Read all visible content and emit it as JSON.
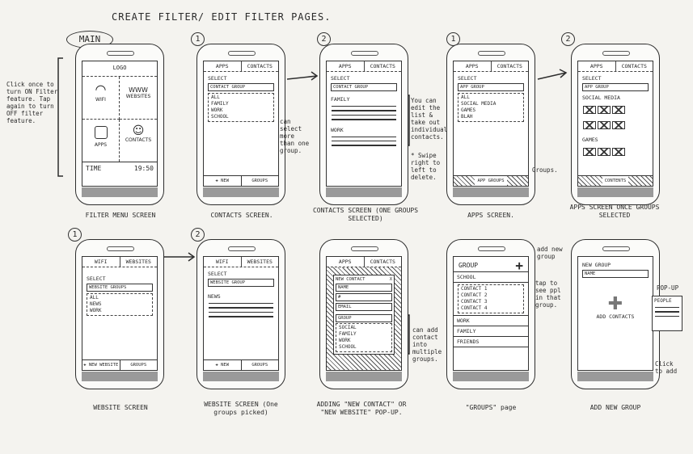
{
  "title": "CREATE FILTER/ EDIT FILTER PAGES.",
  "main_label": "MAIN",
  "main_note": "Click once to turn ON Filter feature. Tap again to turn OFF filter feature.",
  "step_numbers": {
    "s1": "1",
    "s2": "2",
    "s3": "1",
    "s4": "2",
    "r1": "1",
    "r2": "2"
  },
  "main_screen": {
    "logo": "LOGO",
    "wifi": "WIFI",
    "web": "WWW",
    "websites": "WEBSITES",
    "apps": "APPS",
    "contacts": "CONTACTS",
    "time_label": "TIME",
    "time_value": "19:50"
  },
  "tabs": {
    "apps": "APPS",
    "contacts": "CONTACTS",
    "wifi": "WIFI",
    "websites": "WEBSITES"
  },
  "contacts_screen": {
    "select": "SELECT",
    "dropdown": "CONTACT GROUP",
    "items": [
      "ALL",
      "FAMILY",
      "WORK",
      "SCHOOL"
    ],
    "footer_new": "NEW",
    "footer_groups": "GROUPS",
    "note": "can select more than one group."
  },
  "contacts_selected": {
    "select": "SELECT",
    "dropdown": "CONTACT GROUP",
    "family": "FAMILY",
    "work": "WORK",
    "note1": "You can edit the list & take out individual contacts.",
    "note2": "* Swipe right to left to delete."
  },
  "apps_screen": {
    "select": "SELECT",
    "dropdown": "APP GROUP",
    "items": [
      "ALL",
      "SOCIAL MEDIA",
      "GAMES",
      "BLAH"
    ],
    "footer": "APP GROUPS",
    "note": "Groups."
  },
  "apps_selected": {
    "select": "SELECT",
    "dropdown": "APP GROUP",
    "social": "SOCIAL MEDIA",
    "games": "GAMES",
    "footer": "CONTENTS"
  },
  "website_screen": {
    "select": "SELECT",
    "dropdown": "WEBSITE GROUPS",
    "items": [
      "ALL",
      "NEWS",
      "WORK"
    ],
    "footer_new": "NEW WEBSITE",
    "footer_groups": "GROUPS"
  },
  "website_selected": {
    "select": "SELECT",
    "dropdown": "WEBSITE GROUP",
    "news": "NEWS",
    "footer_new": "NEW",
    "footer_groups": "GROUPS"
  },
  "popup_screen": {
    "title": "NEW CONTACT",
    "close": "X",
    "fields": [
      "NAME",
      "#",
      "EMAIL"
    ],
    "group": "GROUP",
    "group_items": [
      "SOCIAL",
      "FAMILY",
      "WORK",
      "SCHOOL"
    ],
    "note": "can add contact into multiple groups."
  },
  "groups_screen": {
    "header": "GROUP",
    "plus": "+",
    "school": "SCHOOL",
    "contacts": [
      "CONTACT 1",
      "CONTACT 2",
      "CONTACT 3",
      "CONTACT 4"
    ],
    "rows": [
      "WORK",
      "FAMILY",
      "FRIENDS"
    ],
    "note_add": "add new group",
    "note_tap": "tap to see ppl in that group."
  },
  "add_group_screen": {
    "label": "NEW GROUP",
    "name": "NAME",
    "add_contacts": "ADD CONTACTS",
    "popup_label": "POP-UP",
    "popup_box": "PEOPLE",
    "click_note": "Click to add"
  },
  "captions": {
    "main": "FILTER MENU SCREEN",
    "contacts": "CONTACTS SCREEN.",
    "contacts_sel": "CONTACTS SCREEN (ONE GROUPS SELECTED)",
    "apps": "APPS SCREEN.",
    "apps_sel": "APPS SCREEN ONCE GROUPS SELECTED",
    "website": "WEBSITE SCREEN",
    "website_sel": "WEBSITE SCREEN (One groups picked)",
    "popup": "ADDING \"NEW CONTACT\" OR \"NEW WEBSITE\" POP-UP.",
    "groups": "\"GROUPS\" page",
    "add_group": "ADD NEW GROUP"
  }
}
